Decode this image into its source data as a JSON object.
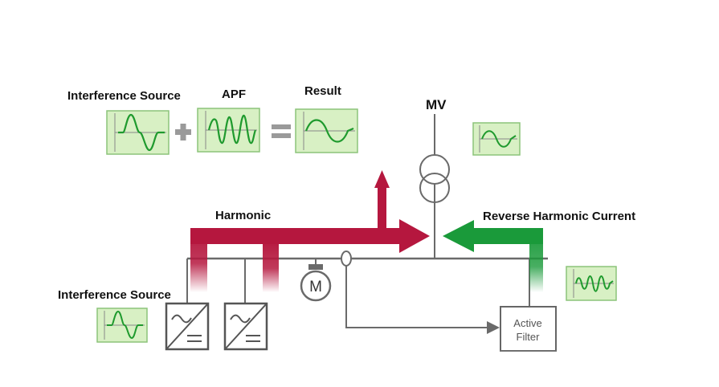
{
  "labels": {
    "interference_source_top": "Interference Source",
    "apf": "APF",
    "result": "Result",
    "mv": "MV",
    "harmonic": "Harmonic",
    "reverse_harmonic_current": "Reverse Harmonic Current",
    "interference_source_bottom": "Interference Source",
    "motor": "M",
    "active_filter_line1": "Active",
    "active_filter_line2": "Filter"
  },
  "symbols": {
    "plus": "+",
    "equals": "="
  },
  "colors": {
    "harmonic_arrow": "#b5173e",
    "reverse_arrow": "#1a9a3a",
    "panel_fill": "#d8f0c4",
    "panel_border": "#8cc47a",
    "waveform": "#1f9a2e",
    "line": "#6a6a6a",
    "operator": "#9a9a9a"
  },
  "icons": [
    "plus-sign-icon",
    "equals-sign-icon",
    "transformer-icon",
    "motor-icon",
    "converter-icon",
    "current-sensor-icon"
  ]
}
